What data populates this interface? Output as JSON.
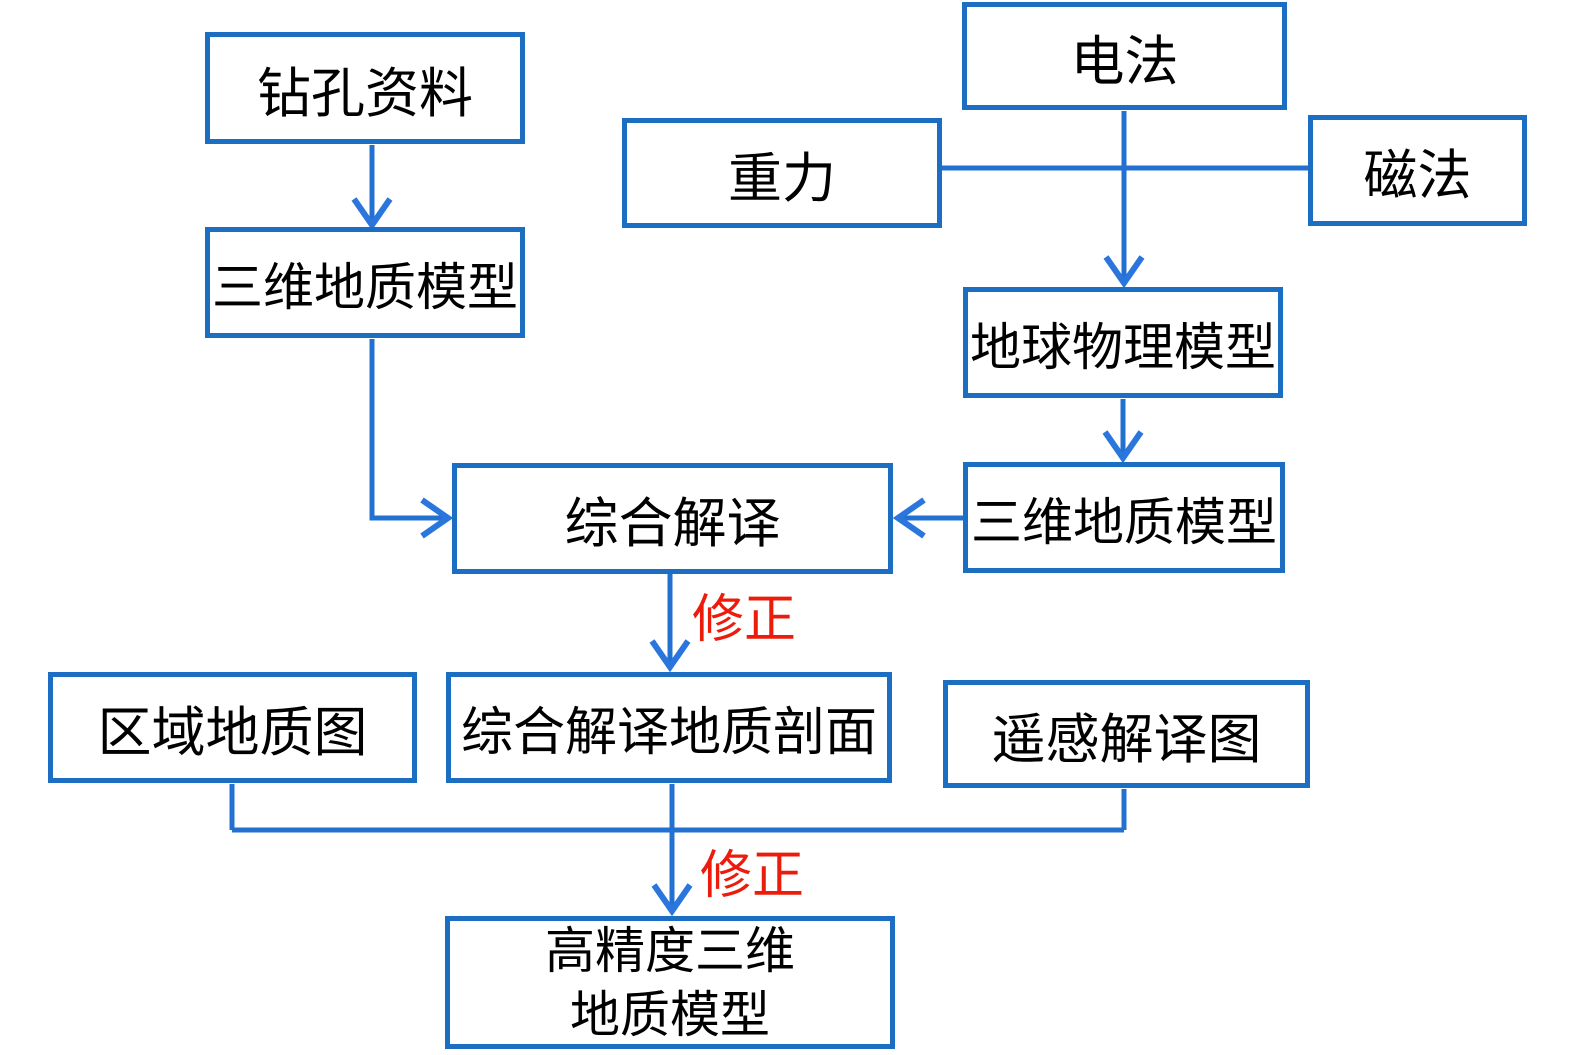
{
  "diagram": {
    "type": "flowchart",
    "background": "#FFFFFF",
    "colors": {
      "box_border": "#1C6EC2",
      "connector": "#2271D0",
      "arrowhead": "#2A76DC",
      "label_red": "#EC1C0C",
      "text": "#000000"
    },
    "nodes": [
      {
        "id": "drill-data",
        "label": "钻孔资料"
      },
      {
        "id": "geologic-model-from-drilling",
        "label": "三维地质模型"
      },
      {
        "id": "electrical-method",
        "label": "电法"
      },
      {
        "id": "gravity-method",
        "label": "重力"
      },
      {
        "id": "magnetic-method",
        "label": "磁法"
      },
      {
        "id": "geophysical-model",
        "label": "地球物理模型"
      },
      {
        "id": "geologic-model-from-geophysics",
        "label": "三维地质模型"
      },
      {
        "id": "integrated-interpretation",
        "label": "综合解译"
      },
      {
        "id": "regional-geologic-map",
        "label": "区域地质图"
      },
      {
        "id": "integrated-interpretation-profile",
        "label": "综合解译地质剖面"
      },
      {
        "id": "remote-sensing-interpretation-map",
        "label": "遥感解译图"
      },
      {
        "id": "high-precision-3d-model",
        "label": "高精度三维",
        "label2": "地质模型"
      }
    ],
    "edge_labels": [
      {
        "id": "correction-1",
        "label": "修正"
      },
      {
        "id": "correction-2",
        "label": "修正"
      }
    ],
    "edges": [
      {
        "from": "钻孔资料",
        "to": "三维地质模型"
      },
      {
        "from": "电法",
        "to": "地球物理模型"
      },
      {
        "from": "重力",
        "to": "磁法"
      },
      {
        "from": "地球物理模型",
        "to": "三维地质模型"
      },
      {
        "from": "三维地质模型",
        "to": "综合解译"
      },
      {
        "from": "三维地质模型",
        "to": "综合解译"
      },
      {
        "from": "综合解译",
        "to": "综合解译地质剖面",
        "label": "修正"
      },
      {
        "from": "区域地质图",
        "to": "高精度三维地质模型",
        "label": "修正"
      },
      {
        "from": "综合解译地质剖面",
        "to": "高精度三维地质模型",
        "label": "修正"
      },
      {
        "from": "遥感解译图",
        "to": "高精度三维地质模型",
        "label": "修正"
      }
    ]
  }
}
